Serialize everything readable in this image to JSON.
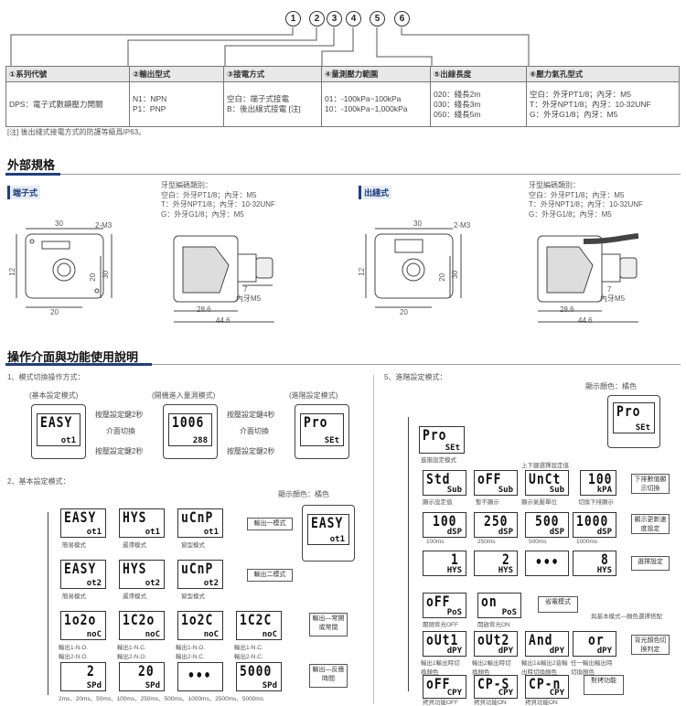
{
  "code_circles": [
    "1",
    "2",
    "3",
    "4",
    "5",
    "6"
  ],
  "table": {
    "headers": [
      "①系列代號",
      "②輸出型式",
      "③接電方式",
      "④量測壓力範圍",
      "⑤出線長度",
      "⑥壓力氣孔型式"
    ],
    "col1": "DPS：電子式數顯壓力開關",
    "col2": [
      "N1：NPN",
      "P1：PNP"
    ],
    "col3": [
      "空白：端子式接電",
      "B：後出線式接電 [注]"
    ],
    "col4": [
      "01：-100kPa~100kPa",
      "10：-100kPa~1,000kPa"
    ],
    "col5": [
      "020：綫長2m",
      "030：綫長3m",
      "050：綫長5m"
    ],
    "col6": [
      "空白：外牙PT1/8；內牙：M5",
      "T：外牙NPT1/8；內牙：10-32UNF",
      "G：外牙G1/8；內牙：M5"
    ]
  },
  "footnote": "[注] 後出綫式接電方式的防護等級爲IP63。",
  "section1": {
    "title": "外部規格",
    "left_label": "端子式",
    "right_label": "出綫式",
    "thread_note": [
      "牙型編碼類別：",
      "空白：外牙PT1/8；內牙：M5",
      "T：外牙NPT1/8；內牙：10-32UNF",
      "G：外牙G1/8；內牙：M5"
    ],
    "dims": {
      "d30": "30",
      "m3": "2-M3",
      "d12": "12",
      "d20": "20",
      "d30v": "30",
      "d20b": "20",
      "d7": "7",
      "m5": "內牙M5",
      "d286": "28.6",
      "d446": "44.6"
    }
  },
  "section2": {
    "title": "操作介面與功能使用說明",
    "mode_switch": "1、模式切換操作方式：",
    "basic_mode": "(基本設定模式)",
    "run_mode": "(開機進入量測模式)",
    "adv_mode": "(進階設定模式)",
    "press_set2": "按壓設定鍵2秒",
    "iface_switch": "介面切換",
    "press_set4": "按壓設定鍵4秒",
    "basic_setting": "2、基本設定模式：",
    "adv_setting": "5、進階設定模式：",
    "display_color": "顯示顏色：橘色",
    "out1_mode": "輸出一模式",
    "out2_mode": "輸出二模式",
    "out_nonc": "輸出—常開或常閉",
    "out_resp": "輸出—反應時間",
    "dec_unit": "下排數值顯示切換",
    "disp_speed": "顯示更新速度設定",
    "unit_set": "選擇設定",
    "eco_mode": "省電模式",
    "color_note": "與基本模式—顏色選擇搭配",
    "back_color": "背光顏色切換判定",
    "copy_func": "對拷功能",
    "up_down": "上下鍵選擇設定值"
  },
  "lcds": {
    "main1": {
      "big": "EASY",
      "small": "ot1"
    },
    "main2": {
      "big": "1006",
      "small": "288"
    },
    "main3": {
      "big": "Pro",
      "small": "SEt"
    },
    "b1": {
      "big": "EASY",
      "small": "ot1"
    },
    "b2": {
      "big": "HYS",
      "small": "ot1"
    },
    "b3": {
      "big": "uCnP",
      "small": "ot1"
    },
    "b4": {
      "big": "EASY",
      "small": "ot2"
    },
    "b5": {
      "big": "HYS",
      "small": "ot2"
    },
    "b6": {
      "big": "uCnP",
      "small": "ot2"
    },
    "b7": {
      "big": "1o2o",
      "small": "noC"
    },
    "b8": {
      "big": "1C2o",
      "small": "noC"
    },
    "b9": {
      "big": "1o2C",
      "small": "noC"
    },
    "b10": {
      "big": "1C2C",
      "small": "noC"
    },
    "b11": {
      "big": "2",
      "small": "SPd"
    },
    "b12": {
      "big": "20",
      "small": "SPd"
    },
    "b13": {
      "big": "•••",
      "small": ""
    },
    "b14": {
      "big": "5000",
      "small": "SPd"
    },
    "side": {
      "big": "EASY",
      "small": "ot1"
    },
    "a0": {
      "big": "Pro",
      "small": "SEt"
    },
    "a0b": {
      "big": "Pro",
      "small": "SEt"
    },
    "a1": {
      "big": "Std",
      "small": "Sub"
    },
    "a2": {
      "big": "oFF",
      "small": "Sub"
    },
    "a3": {
      "big": "UnCt",
      "small": "Sub"
    },
    "a4": {
      "big": "100",
      "small": "kPA"
    },
    "a5": {
      "big": "100",
      "small": "dSP"
    },
    "a6": {
      "big": "250",
      "small": "dSP"
    },
    "a7": {
      "big": "500",
      "small": "dSP"
    },
    "a8": {
      "big": "1000",
      "small": "dSP"
    },
    "a9": {
      "big": "1",
      "small": "HYS"
    },
    "a10": {
      "big": "2",
      "small": "HYS"
    },
    "a11": {
      "big": "•••",
      "small": ""
    },
    "a12": {
      "big": "8",
      "small": "HYS"
    },
    "a13": {
      "big": "oFF",
      "small": "PoS"
    },
    "a14": {
      "big": "on",
      "small": "PoS"
    },
    "a15": {
      "big": "oUt1",
      "small": "dPY"
    },
    "a16": {
      "big": "oUt2",
      "small": "dPY"
    },
    "a17": {
      "big": "And",
      "small": "dPY"
    },
    "a18": {
      "big": "or",
      "small": "dPY"
    },
    "a19": {
      "big": "oFF",
      "small": "CPY"
    },
    "a20": {
      "big": "CP-S",
      "small": "CPY"
    },
    "a21": {
      "big": "CP-n",
      "small": "CPY"
    }
  },
  "captions": {
    "easy": "簡易模式",
    "hys": "遲滯模式",
    "win": "窗型模式",
    "c7": "輸出1-N.O.\n輸出2-N.O.",
    "c8": "輸出1-N.C.\n輸出2-N.O.",
    "c9": "輸出1-N.O.\n輸出2-N.C.",
    "c10": "輸出1-N.C.\n輸出2-N.C.",
    "speeds": "2ms、20ms、50ms、100ms、250ms、500ms、1000ms、2500ms、5000ms",
    "a0cap": "進階設定模式",
    "a1cap": "顯示設定值",
    "a2cap": "暫不顯示",
    "a3cap": "顯示氣壓單位",
    "a4cap": "切換下排顯示",
    "s100": "100ms",
    "s250": "250ms",
    "s500": "500ms",
    "s1000": "1000ms",
    "poff": "關閉背光OFF",
    "pon": "開啟背光ON",
    "o1": "輸出1輸出時切換顏色",
    "o2": "輸出2輸出時切換顏色",
    "oand": "輸出1&輸出2皆輸出時切換顏色",
    "oor": "任一輸出輸出時切換顏色",
    "cpoff": "拷貝功能OFF",
    "cps": "拷貝功能ON",
    "cpn": "拷貝功能ON"
  }
}
